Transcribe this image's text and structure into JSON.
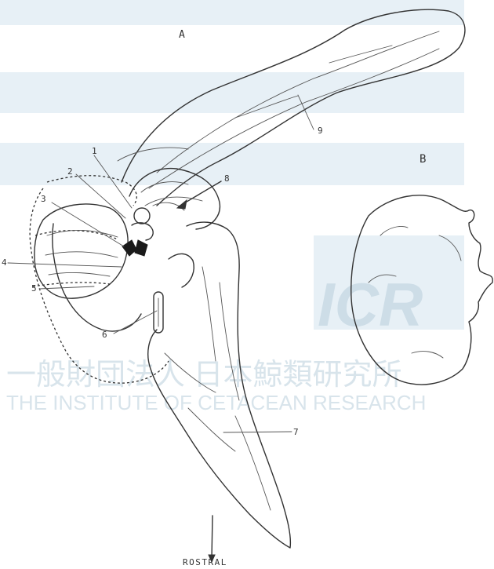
{
  "figure": {
    "panel_a": "A",
    "panel_b": "B",
    "orientation_label": "ROSTRAL",
    "labels": [
      "1",
      "2",
      "3",
      "4",
      "5",
      "6",
      "7",
      "8",
      "9"
    ]
  },
  "watermark": {
    "logo_text": "ICR",
    "org_jp": "一般財団法人 日本鯨類研究所",
    "org_en": "THE INSTITUTE OF CETACEAN RESEARCH"
  },
  "colors": {
    "ink": "#333333",
    "watermark": "#a9c9dd"
  }
}
